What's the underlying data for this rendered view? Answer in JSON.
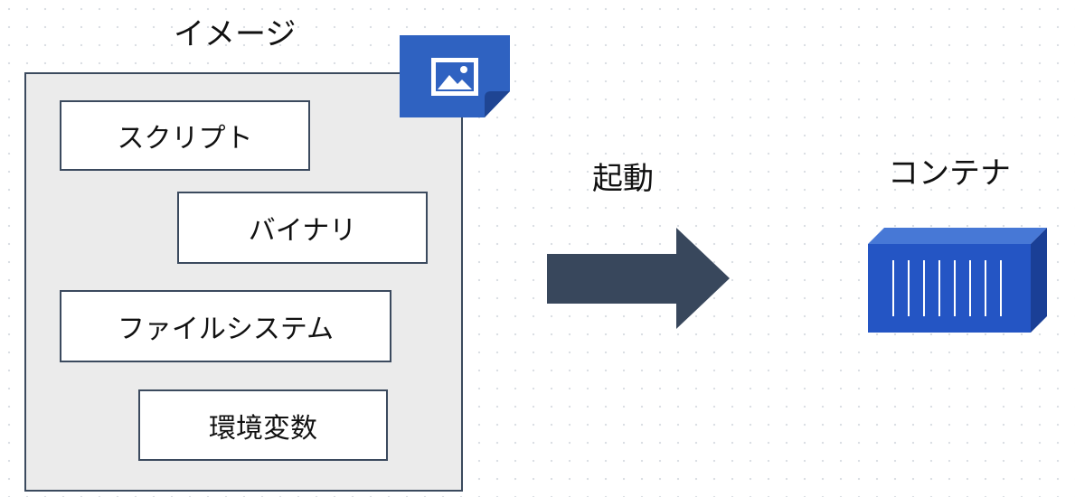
{
  "image": {
    "title": "イメージ",
    "items": [
      {
        "label": "スクリプト"
      },
      {
        "label": "バイナリ"
      },
      {
        "label": "ファイルシステム"
      },
      {
        "label": "環境変数"
      }
    ]
  },
  "arrow": {
    "label": "起動"
  },
  "container": {
    "label": "コンテナ"
  },
  "icons": {
    "image": "image-file-icon",
    "container": "shipping-container-icon"
  },
  "colors": {
    "image_box_fill": "#ebebeb",
    "box_border": "#3b4a5e",
    "arrow": "#38475c",
    "icon_blue": "#2f62c1",
    "icon_blue_dark": "#1f4593",
    "container_front": "#2455c4",
    "container_top": "#4778d6",
    "container_side": "#1a3f96"
  }
}
